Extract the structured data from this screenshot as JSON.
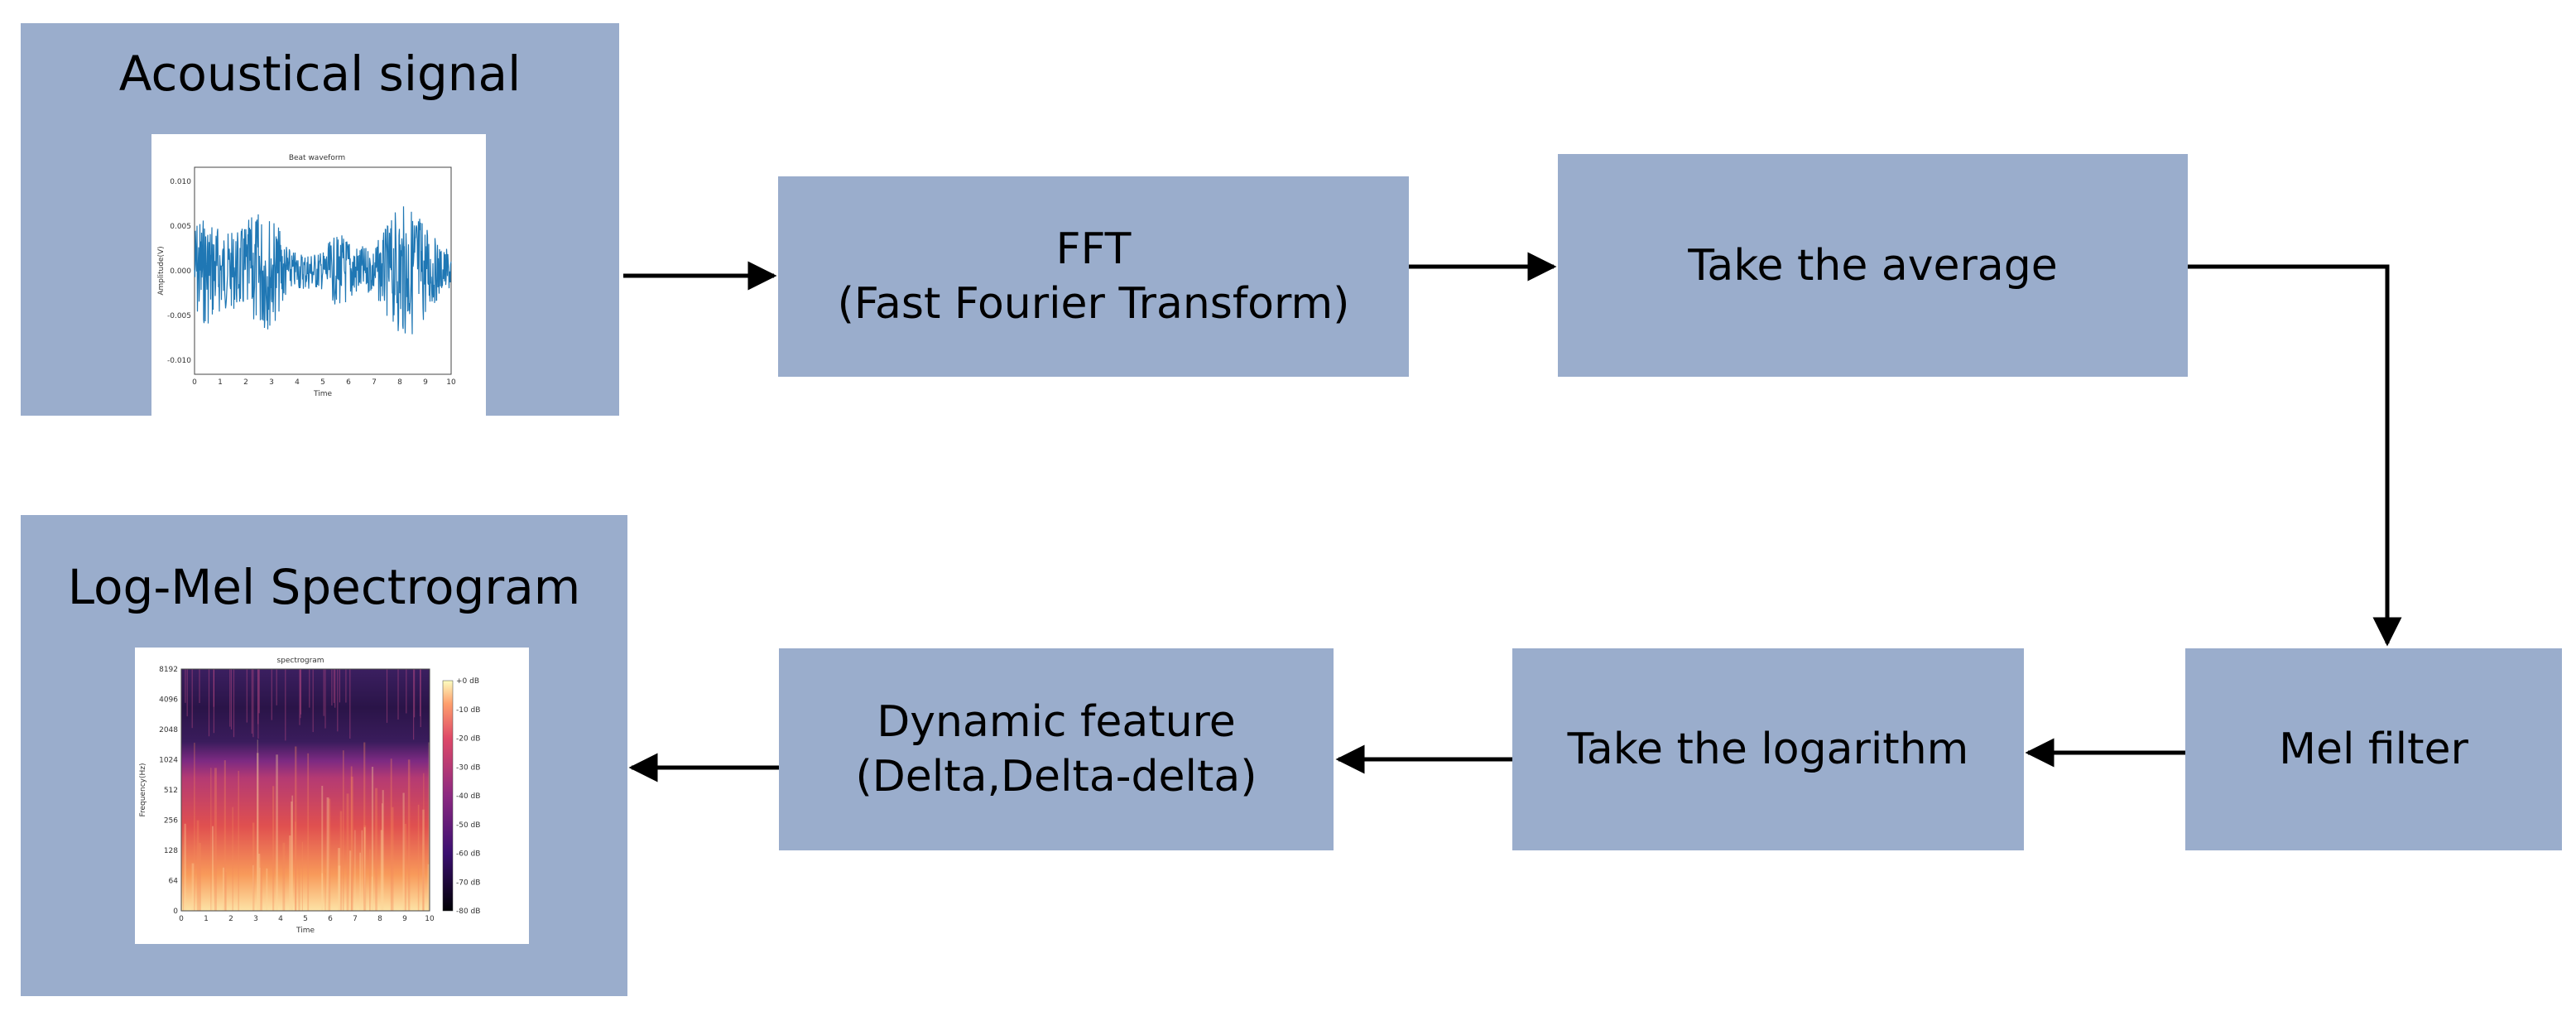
{
  "panels": {
    "acoustical": {
      "title": "Acoustical signal",
      "plot_title": "Beat waveform",
      "y_label": "Amplitude(V)",
      "x_label": "Time",
      "y_ticks": [
        "0.010",
        "0.005",
        "0.000",
        "-0.005",
        "-0.010"
      ],
      "x_ticks": [
        "0",
        "1",
        "2",
        "3",
        "4",
        "5",
        "6",
        "7",
        "8",
        "9",
        "10"
      ],
      "wave_color": "#1f77b4"
    },
    "logmel": {
      "title": "Log-Mel Spectrogram",
      "plot_title": "spectrogram",
      "y_label": "Frequency(Hz)",
      "x_label": "Time",
      "y_ticks": [
        "8192",
        "4096",
        "2048",
        "1024",
        "512",
        "256",
        "128",
        "64",
        "0"
      ],
      "x_ticks": [
        "0",
        "1",
        "2",
        "3",
        "4",
        "5",
        "6",
        "7",
        "8",
        "9",
        "10"
      ],
      "colorbar_ticks": [
        "+0 dB",
        "-10 dB",
        "-20 dB",
        "-30 dB",
        "-40 dB",
        "-50 dB",
        "-60 dB",
        "-70 dB",
        "-80 dB"
      ]
    }
  },
  "steps": {
    "fft": {
      "line1": "FFT",
      "line2": "(Fast Fourier Transform)"
    },
    "average": {
      "label": "Take the average"
    },
    "mel": {
      "label": "Mel filter"
    },
    "log": {
      "label": "Take the logarithm"
    },
    "dynamic": {
      "line1": "Dynamic feature",
      "line2": "(Delta,Delta-delta)"
    }
  },
  "colors": {
    "box": "#9aadcc",
    "arrow": "#000000"
  }
}
